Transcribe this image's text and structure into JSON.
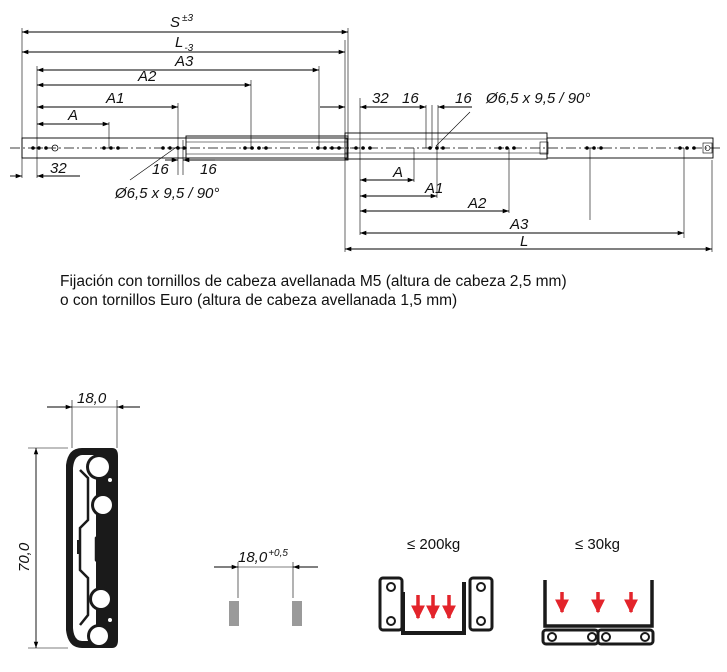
{
  "top_drawing": {
    "closed_slide_labels": {
      "S": "S",
      "S_tol": "±3",
      "L": "L",
      "L_tol": "-3",
      "A3": "A3",
      "A2": "A2",
      "A1": "A1",
      "A": "A",
      "end_32": "32",
      "gap_16a": "16",
      "gap_16b": "16",
      "hole": "Ø6,5 x 9,5 / 90°"
    },
    "open_slide_labels": {
      "end_32": "32",
      "gap_16a": "16",
      "gap_16b": "16",
      "hole": "Ø6,5 x 9,5 / 90°",
      "A": "A",
      "A1": "A1",
      "A2": "A2",
      "A3": "A3",
      "L": "L"
    }
  },
  "caption": {
    "line1": "Fijación con tornillos de cabeza avellanada M5 (altura de cabeza 2,5 mm)",
    "line2": "o con tornillos Euro (altura de cabeza avellanada 1,5 mm)"
  },
  "cross_section": {
    "width_label": "18,0",
    "height_label": "70,0"
  },
  "mounting_gap": {
    "label": "18,0",
    "tolerance": "+0,5"
  },
  "load_cases": {
    "horizontal": {
      "label": "≤ 200kg",
      "arrow_color": "#e3242b"
    },
    "vertical": {
      "label": "≤ 30kg",
      "arrow_color": "#e3242b"
    }
  }
}
